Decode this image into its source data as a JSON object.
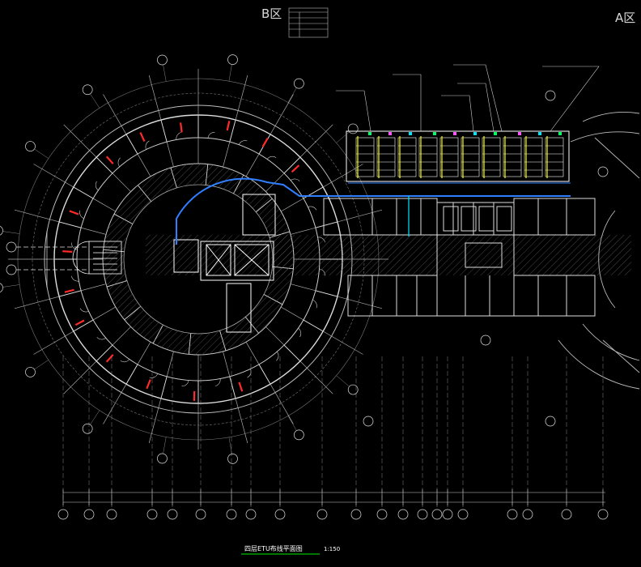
{
  "zones": {
    "left": "B区",
    "right": "A区"
  },
  "drawing_title": "四层ETU布线平面图",
  "drawing_scale": "1:150",
  "colors": {
    "background": "#000000",
    "wall": "#ffffff",
    "grid": "#9a9a9a",
    "cable_tray": "#2f7fff",
    "fire_door": "#ff2a2a",
    "riser": "#ffff00",
    "accent_green": "#00ff66",
    "accent_magenta": "#ff55ff",
    "accent_cyan": "#00e5ff",
    "title_underline": "#00c000"
  }
}
